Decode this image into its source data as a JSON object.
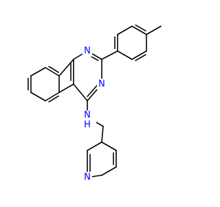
{
  "molecule": {
    "colors": {
      "bond": "#000000",
      "carbon": "#000000",
      "nitrogen": "#0000ff",
      "background": "#ffffff"
    },
    "atoms": [
      {
        "id": "N1",
        "symbol": "N",
        "label": "N",
        "color": "nitrogen"
      },
      {
        "id": "N3",
        "symbol": "N",
        "label": "N",
        "color": "nitrogen"
      },
      {
        "id": "NH",
        "symbol": "N",
        "label": "N",
        "hydrogen_label": "H",
        "color": "nitrogen"
      },
      {
        "id": "Npyr",
        "symbol": "N",
        "label": "N",
        "color": "nitrogen"
      }
    ],
    "bonds_count": 28
  }
}
